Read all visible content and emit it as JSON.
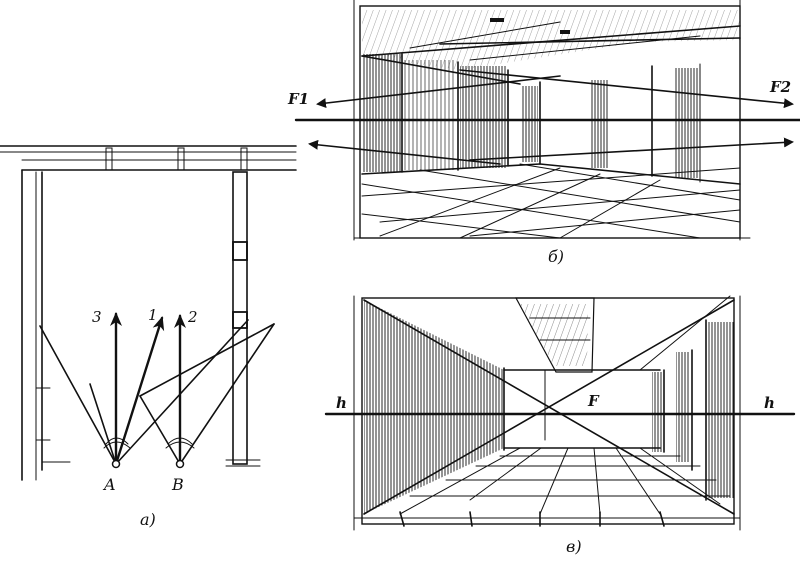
{
  "panels": {
    "a": {
      "caption": "а)",
      "arrow_labels": [
        "3",
        "1",
        "2"
      ],
      "point_labels": [
        "A",
        "B"
      ]
    },
    "b": {
      "caption": "б)",
      "vanishing_labels": [
        "F1",
        "F2"
      ]
    },
    "c": {
      "caption": "в)",
      "horizon_left": "h",
      "horizon_right": "h",
      "vanishing_label": "F"
    }
  },
  "colors": {
    "ink": "#111111",
    "paper": "#ffffff"
  }
}
